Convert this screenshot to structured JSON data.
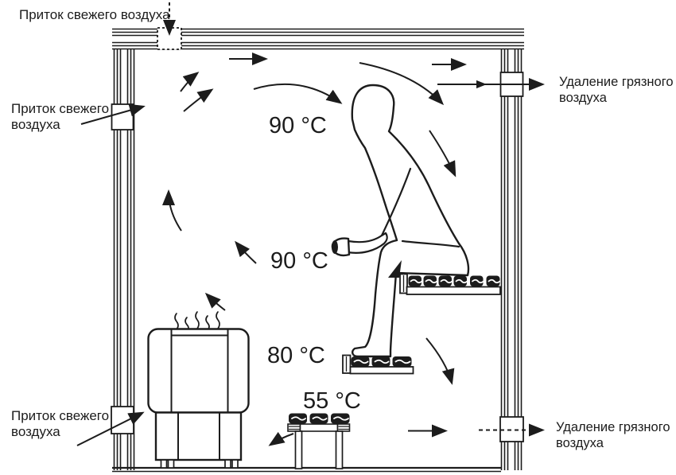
{
  "colors": {
    "ink": "#1c1c1c",
    "background": "#ffffff"
  },
  "labels": {
    "fresh_air_top": "Приток свежего воздуха",
    "fresh_air_left_upper_line1": "Приток свежего",
    "fresh_air_left_upper_line2": "воздуха",
    "fresh_air_left_lower_line1": "Приток свежего",
    "fresh_air_left_lower_line2": "воздуха",
    "exhaust_air_upper_line1": "Удаление грязного",
    "exhaust_air_upper_line2": "воздуха",
    "exhaust_air_lower_line1": "Удаление грязного",
    "exhaust_air_lower_line2": "воздуха"
  },
  "temperatures": {
    "upper": "90 °C",
    "middle": "90 °C",
    "lower": "80 °C",
    "bottom": "55 °C"
  }
}
